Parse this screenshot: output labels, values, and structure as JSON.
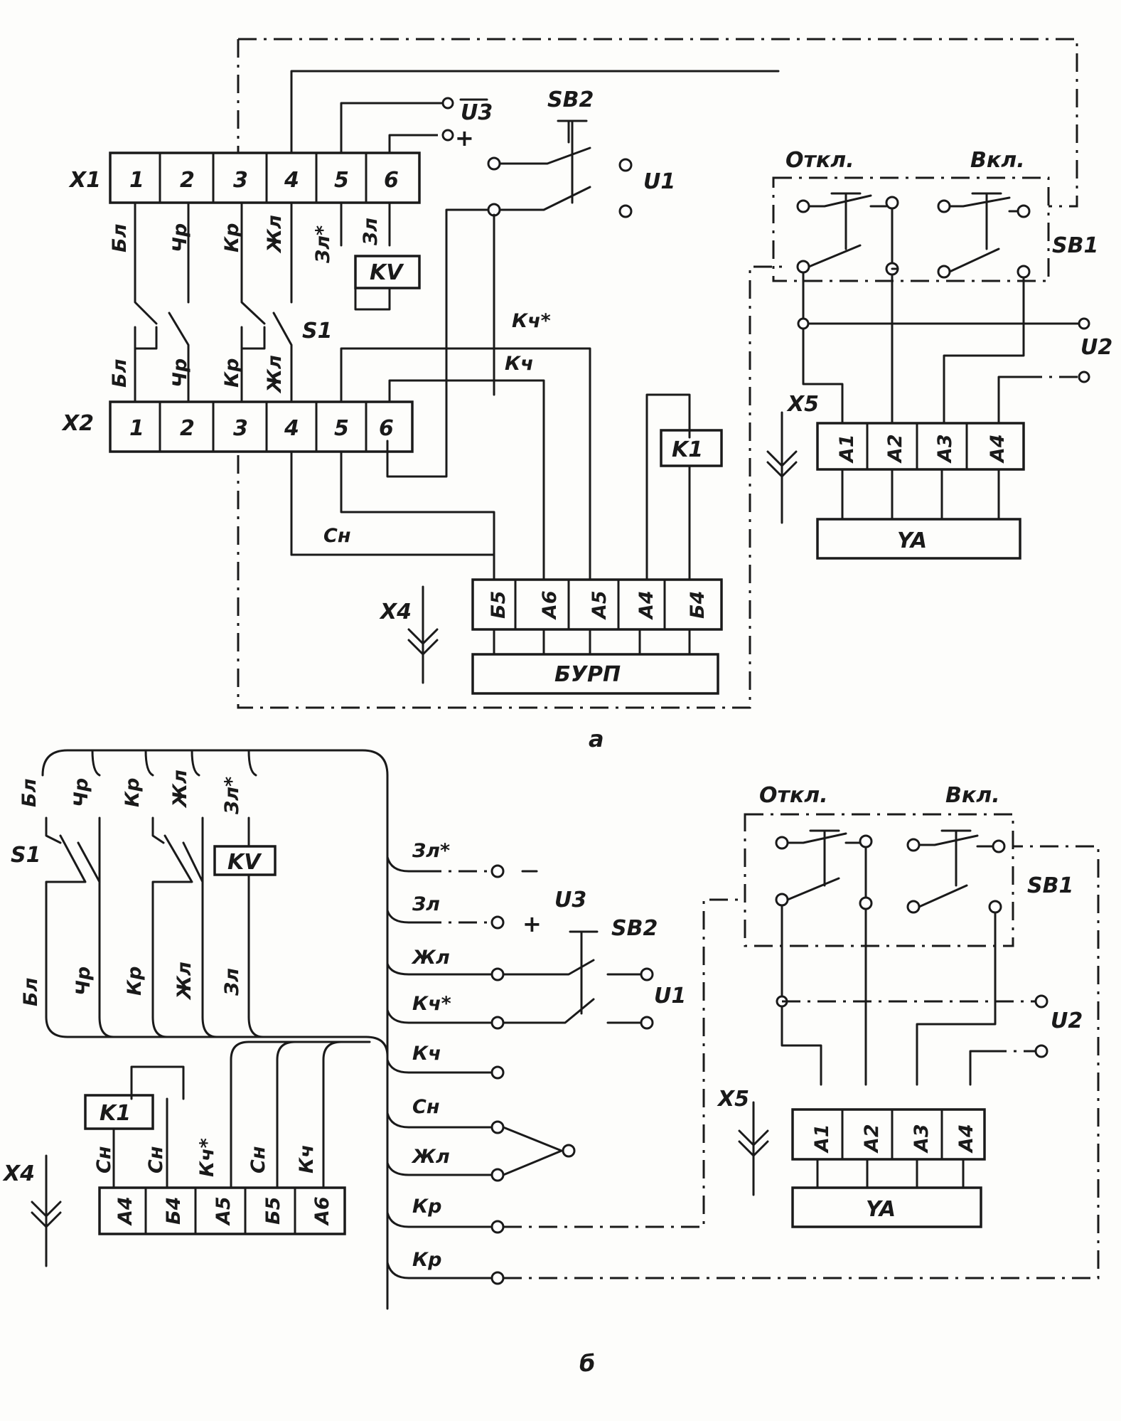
{
  "a": {
    "caption": "а",
    "x1": {
      "label": "X1",
      "pins": [
        "1",
        "2",
        "3",
        "4",
        "5",
        "6"
      ]
    },
    "x2": {
      "label": "X2",
      "pins": [
        "1",
        "2",
        "3",
        "4",
        "5",
        "6"
      ]
    },
    "wires_upper": [
      "Бл",
      "Чр",
      "Кр",
      "Жл",
      "Зл*",
      "Зл"
    ],
    "wires_lower": [
      "Бл",
      "Чр",
      "Кр",
      "Жл"
    ],
    "kv": "KV",
    "s1": "S1",
    "u3": "U3",
    "plus": "+",
    "sb2": "SB2",
    "u1": "U1",
    "kch_star": "Кч*",
    "kch": "Кч",
    "sn": "Сн",
    "k1": "K1",
    "x4": "X4",
    "burp_pins": [
      "Б5",
      "А6",
      "А5",
      "А4",
      "Б4"
    ],
    "burp": "БУРП",
    "otkl": "Откл.",
    "vkl": "Вкл.",
    "sb1": "SB1",
    "u2": "U2",
    "x5": "X5",
    "ya_pins": [
      "A1",
      "A2",
      "A3",
      "A4"
    ],
    "ya": "YA"
  },
  "b": {
    "caption": "б",
    "top_wires": [
      "Бл",
      "Чр",
      "Кр",
      "Жл",
      "Зл*"
    ],
    "bottom_wires": [
      "Бл",
      "Чр",
      "Кр",
      "Жл",
      "Зл"
    ],
    "s1": "S1",
    "kv": "KV",
    "right_wires": [
      "Зл*",
      "Зл",
      "Жл",
      "Кч*",
      "Кч",
      "Сн",
      "Жл",
      "Кр",
      "Кр"
    ],
    "minus": "–",
    "plus": "+",
    "u3": "U3",
    "sb2": "SB2",
    "u1": "U1",
    "u2": "U2",
    "otkl": "Откл.",
    "vkl": "Вкл.",
    "sb1": "SB1",
    "x5": "X5",
    "ya_pins": [
      "A1",
      "A2",
      "A3",
      "A4"
    ],
    "ya": "YA",
    "k1": "K1",
    "x4": "X4",
    "x4_wires": [
      "Сн",
      "Сн",
      "Кч*",
      "Сн",
      "Кч"
    ],
    "x4_pins": [
      "А4",
      "Б4",
      "А5",
      "Б5",
      "А6"
    ]
  }
}
